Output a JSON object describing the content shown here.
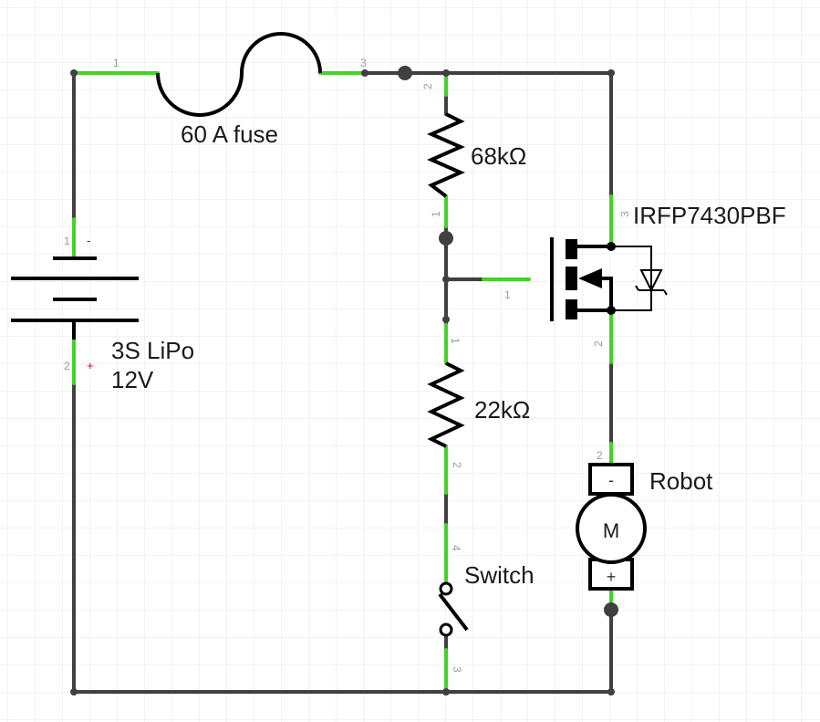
{
  "labels": {
    "fuse": "60 A fuse",
    "r_top": "68kΩ",
    "r_bottom": "22kΩ",
    "mosfet": "IRFP7430PBF",
    "battery_line1": "3S LiPo",
    "battery_line2": "12V",
    "motor": "Robot",
    "motor_letter": "M",
    "switch": "Switch"
  },
  "pins": {
    "fuse_1": "1",
    "fuse_3": "3",
    "rtop_2": "2",
    "rtop_1": "1",
    "mosfet_3": "3",
    "mosfet_1": "1",
    "mosfet_2": "2",
    "battery_1": "1",
    "battery_2": "2",
    "rbot_1": "1",
    "rbot_2": "2",
    "motor_2": "2",
    "switch_4": "4",
    "switch_3": "3"
  },
  "signs": {
    "battery_neg": "-",
    "battery_pos": "+",
    "motor_neg": "-",
    "motor_pos": "+"
  },
  "colors": {
    "wire": "#404040",
    "pin_highlight": "#46d12a",
    "grid": "#e6e6e6",
    "positive_sign": "#e00000"
  }
}
